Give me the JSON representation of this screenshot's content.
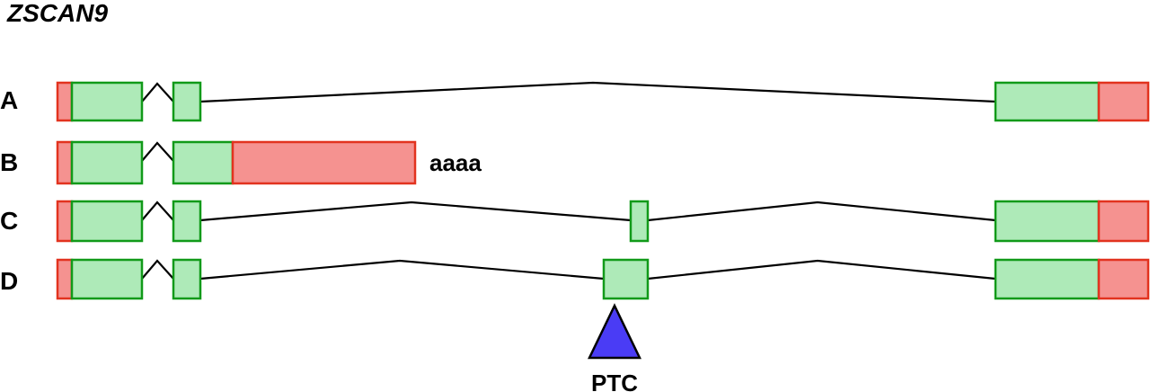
{
  "gene": "ZSCAN9",
  "transcripts": [
    {
      "label": "A",
      "polyA": ""
    },
    {
      "label": "B",
      "polyA": "aaaa"
    },
    {
      "label": "C",
      "polyA": ""
    },
    {
      "label": "D",
      "polyA": ""
    }
  ],
  "ptc_label": "PTC",
  "colors": {
    "cds_fill": "#aeeab8",
    "cds_stroke": "#119a19",
    "utr_fill": "#f59290",
    "utr_stroke": "#e2331f",
    "ptc_fill": "#4a3cf5",
    "intron": "#000000"
  }
}
